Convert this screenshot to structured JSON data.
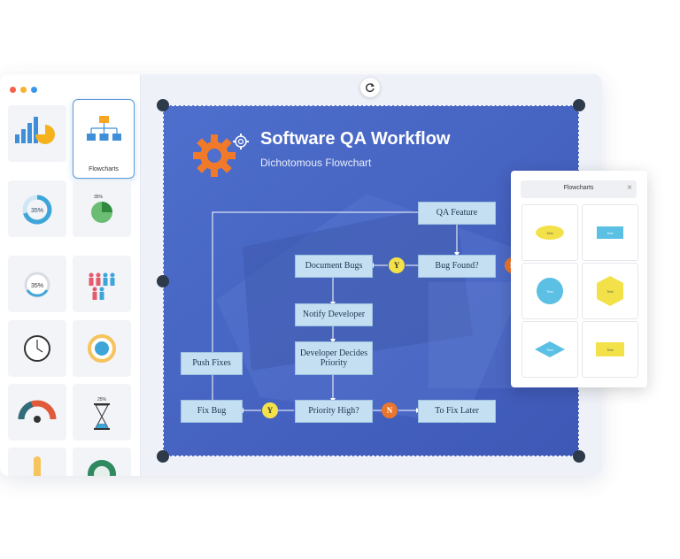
{
  "window": {
    "dots": [
      "#f4624a",
      "#f7b22f",
      "#3b95e8"
    ]
  },
  "sidebar": {
    "selected_label": "Flowcharts",
    "gauges": {
      "donut_label": "35%",
      "ring_label": "35%",
      "pie_label": "35%",
      "hourglass_label": "25%"
    }
  },
  "poster": {
    "title": "Software QA Workflow",
    "subtitle": "Dichotomous Flowchart",
    "nodes": {
      "qa_feature": "QA Feature",
      "bug_found": "Bug Found?",
      "document_bugs": "Document Bugs",
      "notify_developer": "Notify Developer",
      "developer_decides": "Developer Decides Priority",
      "priority_high": "Priority High?",
      "to_fix_later": "To Fix Later",
      "fix_bug": "Fix Bug",
      "push_fixes": "Push Fixes"
    },
    "yes": "Y",
    "no": "N"
  },
  "panel": {
    "title": "Flowcharts",
    "close": "×",
    "shape_text": "Text",
    "shapes": [
      "ellipse",
      "rectangle",
      "circle",
      "hexagon",
      "diamond",
      "rectangle"
    ],
    "colors": {
      "yellow": "#f3e14a",
      "blue": "#5bc0e3"
    }
  }
}
